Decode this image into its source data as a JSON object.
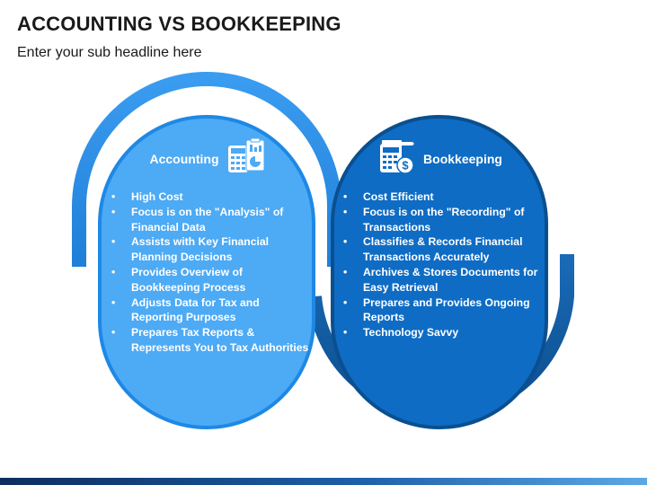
{
  "title": "ACCOUNTING VS BOOKKEEPING",
  "subtitle": "Enter your sub headline here",
  "colors": {
    "left_fill": "#4daaf5",
    "left_border": "#1e88e5",
    "right_fill": "#0f6cc4",
    "right_border": "#0a4f8f",
    "ring_left": "#2f8fe6",
    "ring_right": "#0f5ea3"
  },
  "accounting": {
    "label": "Accounting",
    "icon": "accounting-calculator-chart-icon",
    "items": [
      "High Cost",
      "Focus is on the \"Analysis\" of Financial Data",
      "Assists with Key Financial Planning Decisions",
      "Provides Overview of Bookkeeping Process",
      "Adjusts Data for Tax and Reporting Purposes",
      "Prepares Tax Reports & Represents You to Tax Authorities"
    ]
  },
  "bookkeeping": {
    "label": "Bookkeeping",
    "icon": "bookkeeping-calculator-dollar-icon",
    "items": [
      "Cost Efficient",
      "Focus is on the \"Recording\" of Transactions",
      "Classifies & Records Financial Transactions Accurately",
      "Archives & Stores Documents for Easy Retrieval",
      "Prepares and Provides Ongoing Reports",
      "Technology Savvy"
    ]
  }
}
